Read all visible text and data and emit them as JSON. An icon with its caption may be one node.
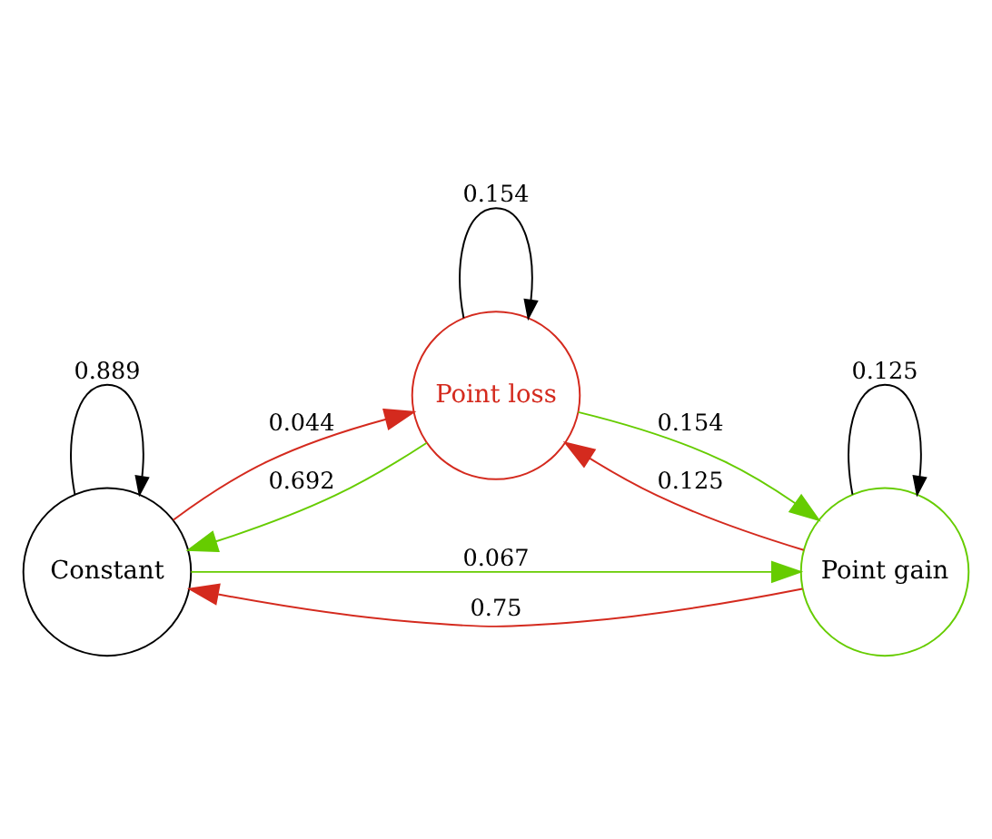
{
  "diagram": {
    "nodes": [
      {
        "text": [
          "Constant"
        ]
      },
      {
        "text": [
          "Point loss"
        ]
      },
      {
        "text": [
          "Point gain"
        ]
      }
    ],
    "edges": [
      {
        "from": 1,
        "to": 1,
        "arrow": "to",
        "label": "0.154",
        "color": "#000000"
      },
      {
        "from": 1,
        "to": 0,
        "arrow": "to",
        "label": "0.692",
        "color": "#66cc00"
      },
      {
        "from": 0,
        "to": 1,
        "arrow": "to",
        "label": "0.044",
        "color": "#d42a1e"
      },
      {
        "from": 1,
        "to": 2,
        "arrow": "to",
        "label": "0.154",
        "color": "#66cc00"
      },
      {
        "from": 2,
        "to": 1,
        "arrow": "to",
        "label": "0.125",
        "color": "#d42a1e"
      },
      {
        "from": 0,
        "to": 2,
        "arrow": "to",
        "label": "0.067",
        "color": "#66cc00"
      },
      {
        "from": 0,
        "to": 0,
        "arrow": "to",
        "label": "0.889",
        "color": "#000000"
      },
      {
        "from": 2,
        "to": 0,
        "arrow": "to",
        "label": "0.75",
        "color": "#d42a1e"
      },
      {
        "from": 2,
        "to": 2,
        "arrow": "to",
        "label": "0.125",
        "color": "#000000"
      }
    ]
  }
}
